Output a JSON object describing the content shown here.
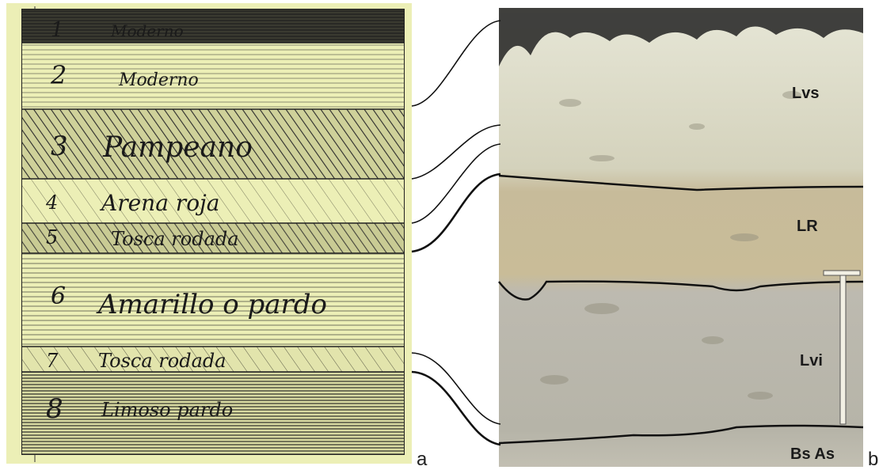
{
  "panel_a": {
    "letter": "a",
    "layers": [
      {
        "num": "1",
        "name": "Moderno"
      },
      {
        "num": "2",
        "name": "Moderno"
      },
      {
        "num": "3",
        "name": "Pampeano"
      },
      {
        "num": "4",
        "name": "Arena roja"
      },
      {
        "num": "5",
        "name": "Tosca rodada"
      },
      {
        "num": "6",
        "name": "Amarillo o pardo"
      },
      {
        "num": "7",
        "name": "Tosca rodada"
      },
      {
        "num": "8",
        "name": "Limoso pardo"
      }
    ]
  },
  "panel_b": {
    "letter": "b",
    "units": [
      {
        "code": "Lvs"
      },
      {
        "code": "LR"
      },
      {
        "code": "Lvi"
      },
      {
        "code": "Bs As"
      }
    ]
  },
  "colors": {
    "paper": "#ecefb6",
    "ink": "#222222",
    "soil_top": "#d8d7c2",
    "soil_mid": "#c6b998",
    "soil_low": "#b9b7aa"
  }
}
